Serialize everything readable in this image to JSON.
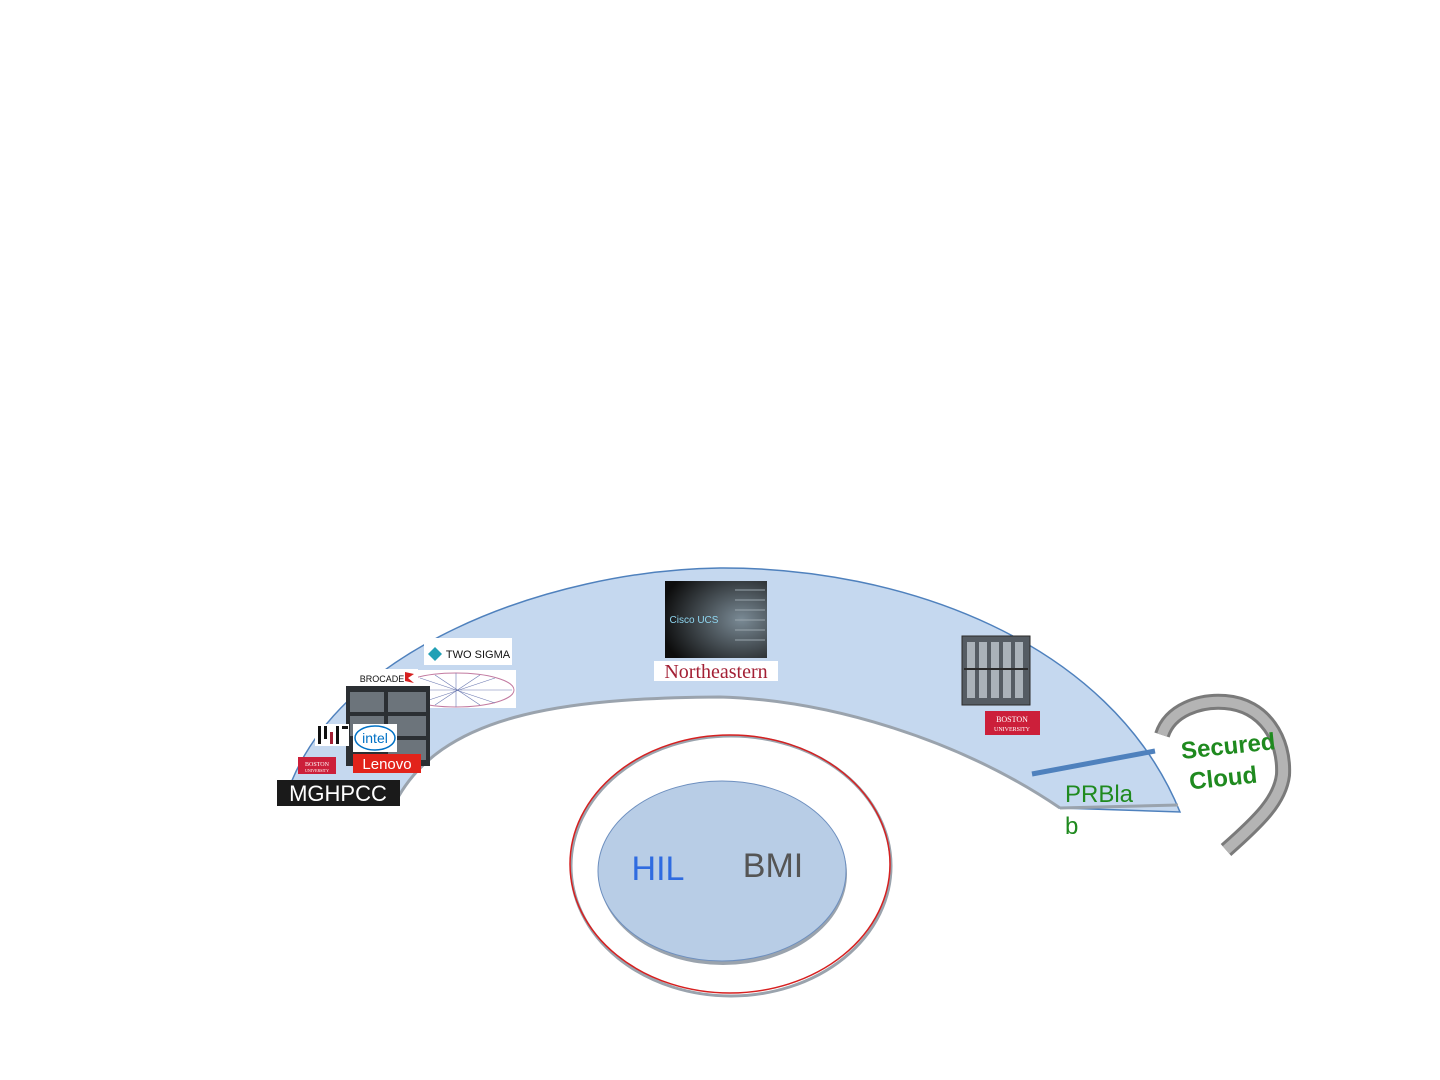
{
  "center": {
    "left_label": "HIL",
    "right_label": "BMI"
  },
  "band_logos": {
    "two_sigma": "TWO SIGMA",
    "brocade": "BROCADE",
    "intel": "intel",
    "lenovo": "Lenovo",
    "boston_left": [
      "BOSTON",
      "UNIVERSITY"
    ],
    "mghpcc": "MGHPCC",
    "cisco": "Cisco UCS",
    "northeastern": "Northeastern",
    "boston_right": [
      "BOSTON",
      "UNIVERSITY"
    ]
  },
  "prblab": {
    "line1": "PRBla",
    "line2": "b"
  },
  "secured_cloud": {
    "line1": "Secured",
    "line2": "Cloud"
  },
  "colors": {
    "band_fill": "#c5d8ef",
    "band_stroke": "#4f81bd",
    "hil": "#2f6be0",
    "bmi": "#555555",
    "ring": "#d62020",
    "green": "#1f8a1f",
    "bu_red": "#cc1f3a",
    "lenovo_red": "#e2231a",
    "intel_blue": "#0071c5",
    "northeastern_red": "#a31f34"
  }
}
